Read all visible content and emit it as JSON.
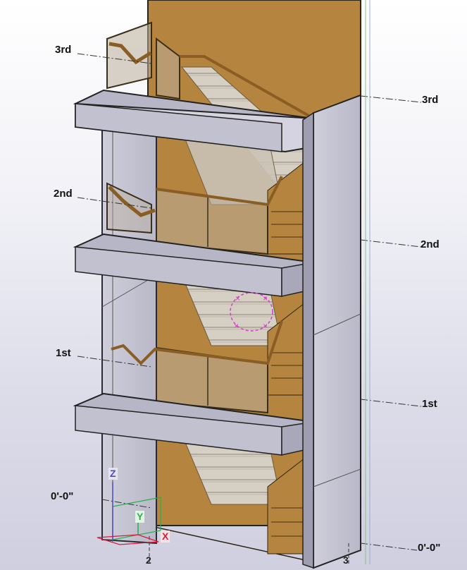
{
  "levels": {
    "left": [
      {
        "label": "3rd"
      },
      {
        "label": "2nd"
      },
      {
        "label": "1st"
      },
      {
        "label": "0'-0\""
      }
    ],
    "right": [
      {
        "label": "3rd"
      },
      {
        "label": "2nd"
      },
      {
        "label": "1st"
      },
      {
        "label": "0'-0\""
      }
    ]
  },
  "axes": {
    "x": "X",
    "y": "Y",
    "z": "Z"
  },
  "grid_labels": {
    "left": "2",
    "right": "3"
  },
  "colors": {
    "wood": "#b5853f",
    "wall": "#c8c7d6",
    "slab_top": "#b7b6c6",
    "slab_front": "#d4d3df",
    "glass": "#b9ad99",
    "axis_x": "#d81b3c",
    "axis_y": "#23b34a",
    "axis_z": "#4848c8",
    "selection": "#d43fcf"
  }
}
